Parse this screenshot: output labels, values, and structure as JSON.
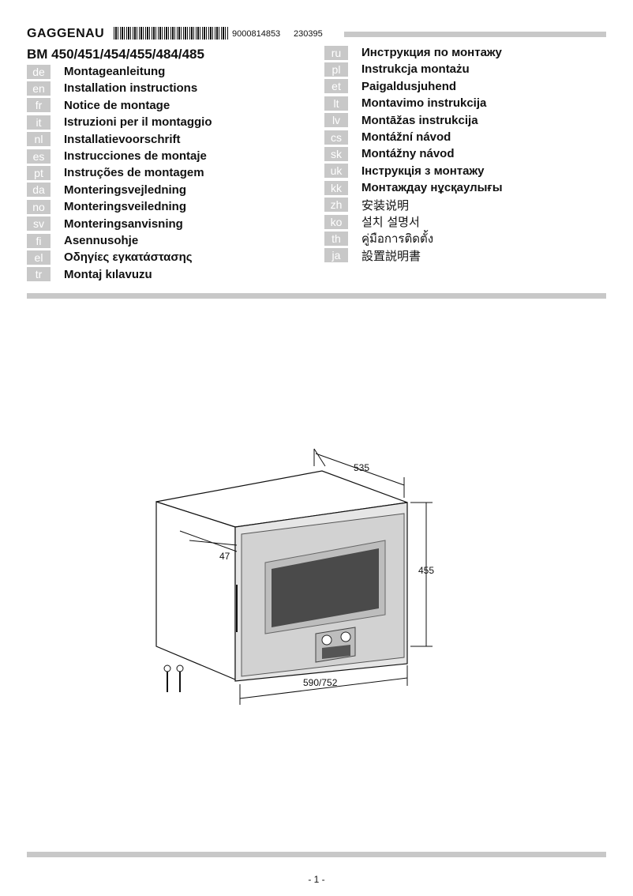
{
  "header": {
    "brand": "GAGGENAU",
    "barcode_number": "9000814853",
    "code": "230395",
    "model": "BM 450/451/454/455/484/485"
  },
  "languages_left": [
    {
      "code": "de",
      "title": "Montageanleitung"
    },
    {
      "code": "en",
      "title": "Installation instructions"
    },
    {
      "code": "fr",
      "title": "Notice de montage"
    },
    {
      "code": "it",
      "title": "Istruzioni per il montaggio"
    },
    {
      "code": "nl",
      "title": "Installatievoorschrift"
    },
    {
      "code": "es",
      "title": "Instrucciones de montaje"
    },
    {
      "code": "pt",
      "title": "Instruções de montagem"
    },
    {
      "code": "da",
      "title": "Monteringsvejledning"
    },
    {
      "code": "no",
      "title": "Monteringsveiledning"
    },
    {
      "code": "sv",
      "title": "Monteringsanvisning"
    },
    {
      "code": "fi",
      "title": "Asennusohje"
    },
    {
      "code": "el",
      "title": "Οδηγίες εγκατάστασης"
    },
    {
      "code": "tr",
      "title": "Montaj kılavuzu"
    }
  ],
  "languages_right": [
    {
      "code": "ru",
      "title": "Инструкция по монтажу"
    },
    {
      "code": "pl",
      "title": "Instrukcja montażu"
    },
    {
      "code": "et",
      "title": "Paigaldusjuhend"
    },
    {
      "code": "lt",
      "title": "Montavimo instrukcija"
    },
    {
      "code": "lv",
      "title": "Montāžas instrukcija"
    },
    {
      "code": "cs",
      "title": "Montážní návod"
    },
    {
      "code": "sk",
      "title": "Montážny návod"
    },
    {
      "code": "uk",
      "title": "Інструкція з монтажу"
    },
    {
      "code": "kk",
      "title": "Монтаждау нұсқаулығы"
    },
    {
      "code": "zh",
      "title": "安装说明"
    },
    {
      "code": "ko",
      "title": "설치 설명서"
    },
    {
      "code": "th",
      "title": "คู่มือการติดตั้ง"
    },
    {
      "code": "ja",
      "title": "設置説明書"
    }
  ],
  "diagram": {
    "depth": "535",
    "front_offset": "47",
    "height": "455",
    "width": "590/752"
  },
  "footer": {
    "page": "- 1 -"
  }
}
